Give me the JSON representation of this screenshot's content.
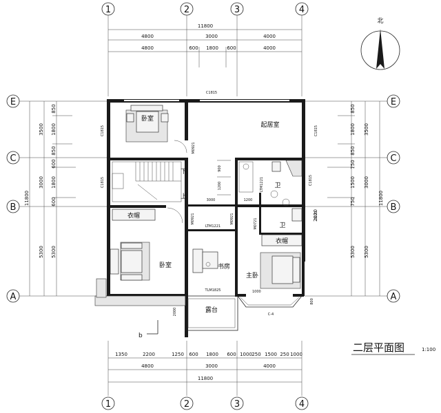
{
  "axes_top": [
    "1",
    "2",
    "3",
    "4"
  ],
  "axes_bottom": [
    "1",
    "2",
    "3",
    "4"
  ],
  "axes_left": [
    "E",
    "C",
    "B",
    "A"
  ],
  "axes_right": [
    "E",
    "C",
    "B",
    "A"
  ],
  "dims": {
    "top_total": "11800",
    "top_row1": [
      "4800",
      "3000",
      "4000"
    ],
    "top_row2": [
      "4800",
      "600",
      "1800",
      "600",
      "4000"
    ],
    "bottom_row1": [
      "1350",
      "2200",
      "1250",
      "600",
      "1800",
      "600",
      "1000",
      "250",
      "1500",
      "250",
      "1000"
    ],
    "bottom_row2": [
      "4800",
      "3000",
      "4000"
    ],
    "bottom_total": "11800",
    "left_inner": [
      "850",
      "1800",
      "850",
      "600",
      "1800",
      "600",
      "5300"
    ],
    "left_outer": [
      "3500",
      "3000",
      "5300"
    ],
    "left_total": "11800",
    "right_inner": [
      "850",
      "1800",
      "850",
      "750",
      "1500",
      "750",
      "2020",
      "5300"
    ],
    "right_outer": [
      "3500",
      "3000",
      "5300"
    ],
    "right_total": "11800"
  },
  "rooms": {
    "bedroom_top": "卧室",
    "living": "起居室",
    "bath1": "卫",
    "bath2": "卫",
    "wardrobe_left": "衣帽",
    "wardrobe_right": "衣帽",
    "bedroom_left": "卧室",
    "study": "书房",
    "master": "主卧",
    "balcony": "露台"
  },
  "labels": {
    "stair_down": "下",
    "stair_up": "上",
    "window_top": "C1815",
    "win_left1": "C1815",
    "win_left2": "C1815",
    "win_right1": "C1815",
    "win_right2": "C1815",
    "m0921_a": "M0921",
    "m0921_b": "M0921",
    "m0921_c": "M0921",
    "m0721": "M0721",
    "ltm1221": "LTM1221",
    "tlm1825": "TLM1825",
    "c4": "C-4",
    "stair_1200": "1200",
    "stair_900": "900",
    "d3000": "3000",
    "d1200": "1200",
    "d2020": "2020",
    "d2000": "2000",
    "d800": "800",
    "d1000": "1000",
    "b_mark": "b",
    "north": "北",
    "title": "二层平面图",
    "scale": "1:100"
  }
}
